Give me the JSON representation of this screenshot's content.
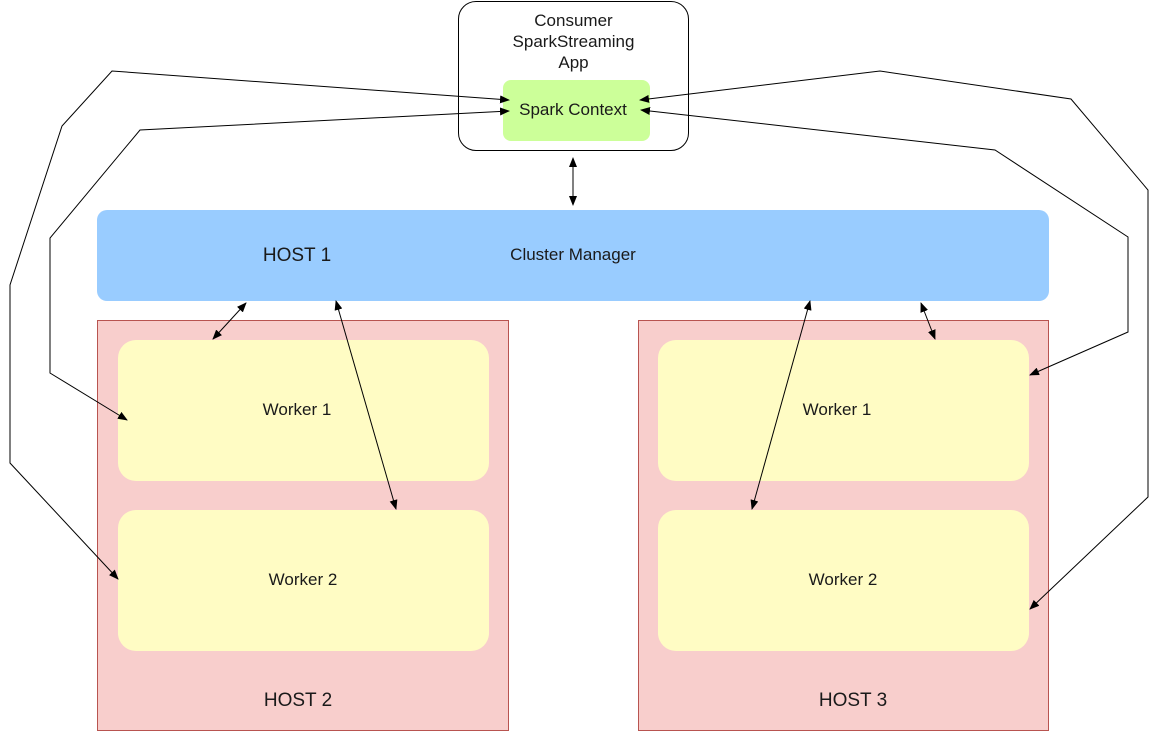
{
  "consumer": {
    "title": "Consumer\nSparkStreaming\nApp"
  },
  "spark_context": {
    "label": "Spark Context",
    "fill": "#ccff99"
  },
  "cluster_manager": {
    "label": "Cluster Manager",
    "host_label": "HOST 1",
    "fill": "#99ccff"
  },
  "hosts": [
    {
      "label": "HOST 2",
      "workers": [
        {
          "label": "Worker 1"
        },
        {
          "label": "Worker 2"
        }
      ]
    },
    {
      "label": "HOST 3",
      "workers": [
        {
          "label": "Worker 1"
        },
        {
          "label": "Worker 2"
        }
      ]
    }
  ],
  "colors": {
    "host_fill": "#f8cecc",
    "worker_fill": "#fffcc4",
    "connector": "#000000"
  }
}
